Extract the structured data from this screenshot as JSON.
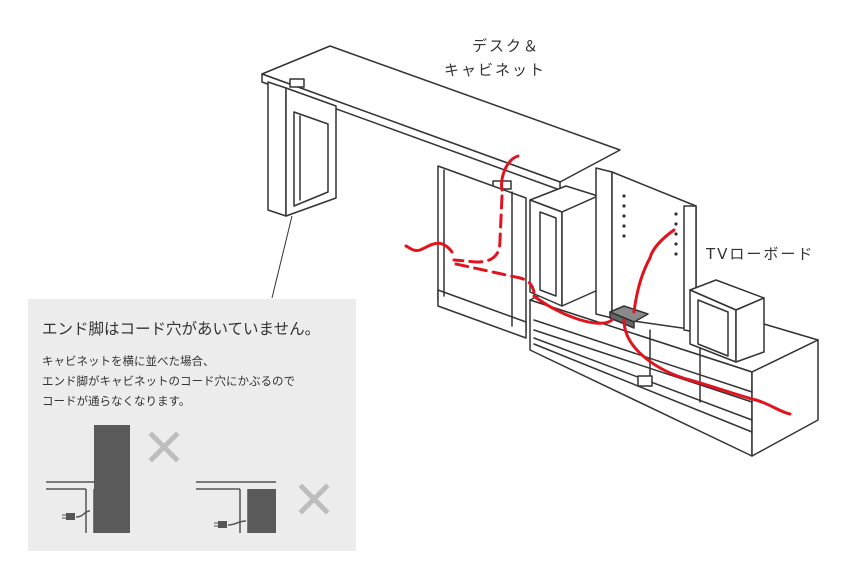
{
  "labels": {
    "desk_cabinet_line1": "デスク＆",
    "desk_cabinet_line2": "キャビネット",
    "tv_board": "TVローボード"
  },
  "note": {
    "title": "エンド脚はコード穴があいていません。",
    "lines": [
      "キャビネットを横に並べた場合、",
      "エンド脚がキャビネットのコード穴にかぶるので",
      "コードが通らなくなります。"
    ]
  },
  "colors": {
    "cable": "#e0141e",
    "cross": "#bdbdbd",
    "panel": "#ececec",
    "leg": "#5a5a5a",
    "line": "#333333"
  },
  "icons": [
    "cross-mark-icon",
    "cross-mark-icon",
    "plug-icon",
    "plug-icon"
  ]
}
